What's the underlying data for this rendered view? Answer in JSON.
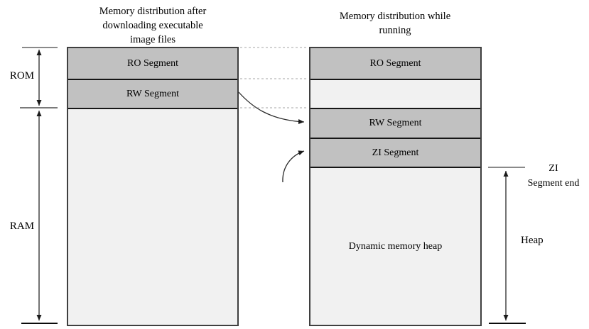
{
  "colors": {
    "segment-dark": "#c1c1c1",
    "segment-light": "#f1f1f1",
    "box-border": "#3f3f3f",
    "divider": "#161616",
    "arrow": "#2a2a2a",
    "tick-gray": "#8a8a8a",
    "tick-black": "#0a0a0a",
    "dashed-line": "#c4c4c4",
    "text": "#000000",
    "background": "#ffffff"
  },
  "left_column": {
    "title_lines": [
      "Memory distribution after",
      "downloading executable",
      "image files"
    ],
    "segments": [
      {
        "label": "RO Segment"
      },
      {
        "label": "RW Segment"
      },
      {
        "label": ""
      }
    ],
    "rom_label": "ROM",
    "ram_label": "RAM"
  },
  "right_column": {
    "title_lines": [
      "Memory distribution while",
      "running"
    ],
    "segments": [
      {
        "label": "RO Segment"
      },
      {
        "label": ""
      },
      {
        "label": "RW Segment"
      },
      {
        "label": "ZI Segment"
      },
      {
        "label": "Dynamic memory heap"
      }
    ],
    "zi_end_lines": [
      "ZI",
      "Segment end"
    ],
    "heap_label": "Heap"
  }
}
